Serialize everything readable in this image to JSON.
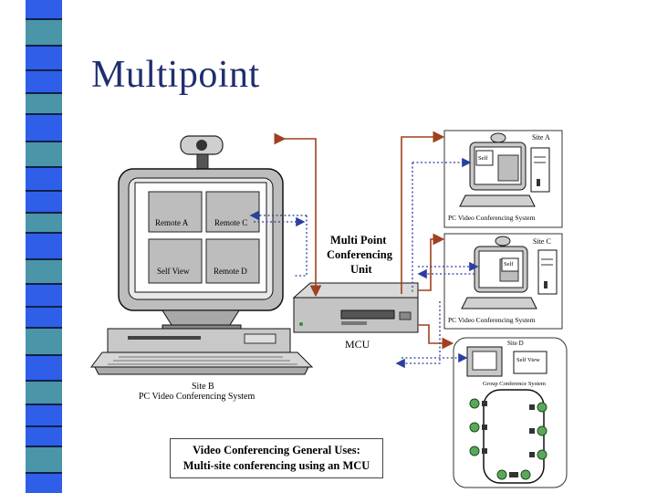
{
  "title": "Multipoint",
  "site_b": {
    "screens": [
      "Remote A",
      "Remote C",
      "Self View",
      "Remote D"
    ],
    "label_line1": "Site B",
    "label_line2": "PC Video Conferencing System"
  },
  "mcu": {
    "label_lines": [
      "Multi Point",
      "Conferencing",
      "Unit"
    ],
    "short_label": "MCU"
  },
  "site_a": {
    "name": "Site A",
    "screen_text": "Self",
    "system": "PC Video Conferencing System"
  },
  "site_c": {
    "name": "Site C",
    "screen_text": "Self",
    "system": "PC Video Conferencing System"
  },
  "site_d": {
    "name": "Site D",
    "screen_text": "Self View",
    "system": "Group Conference System"
  },
  "caption": {
    "line1": "Video Conferencing General Uses:",
    "line2": "Multi-site conferencing using an MCU"
  },
  "colors": {
    "title": "#1f2f6e",
    "solid_line": "#a0401e",
    "dotted_line": "#2a3fa0",
    "stripe_blue": "#2f5fe8",
    "stripe_teal": "#4a95a8"
  }
}
